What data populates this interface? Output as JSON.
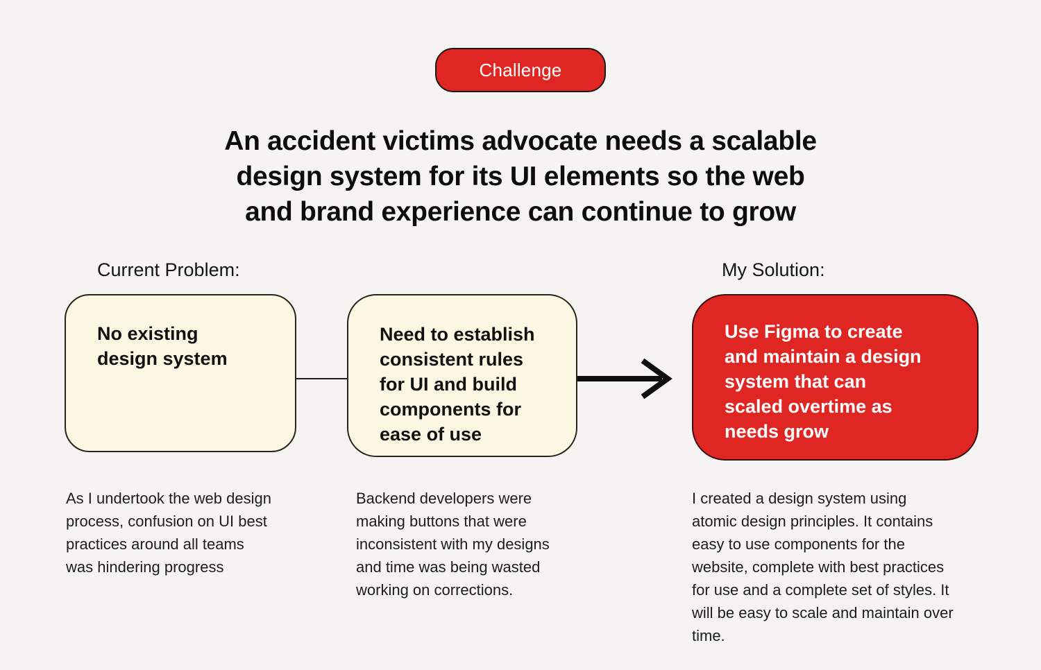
{
  "colors": {
    "background": "#F5F4F2",
    "accent_red": "#E02622",
    "card_cream": "#FBF7E3",
    "text_dark": "#111111",
    "text_light": "#FFFFFF"
  },
  "badge": {
    "label": "Challenge"
  },
  "headline": {
    "text": "An accident victims advocate needs a scalable\ndesign system for its UI elements so the web\nand brand experience can continue to grow"
  },
  "problem": {
    "label": "Current Problem:",
    "cards": [
      {
        "title": "No existing\ndesign system",
        "description": "As I undertook the web design\nprocess, confusion on UI best\npractices around all teams\nwas hindering progress"
      },
      {
        "title": "Need to establish\nconsistent rules\nfor UI and build\ncomponents for\nease of use",
        "description": "Backend developers were\nmaking buttons that were\ninconsistent with my designs\nand time was being wasted\nworking on corrections."
      }
    ]
  },
  "solution": {
    "label": "My Solution:",
    "card": {
      "title": "Use Figma to create\nand maintain a design\nsystem that can\nscaled overtime as\nneeds grow",
      "description": "I created a design system using\natomic design principles. It contains\neasy to use components for the\nwebsite, complete with best practices\nfor use and a complete set of styles. It\nwill be easy to scale and maintain over\ntime."
    }
  },
  "icons": {
    "arrow_right": "arrow-right-icon"
  }
}
